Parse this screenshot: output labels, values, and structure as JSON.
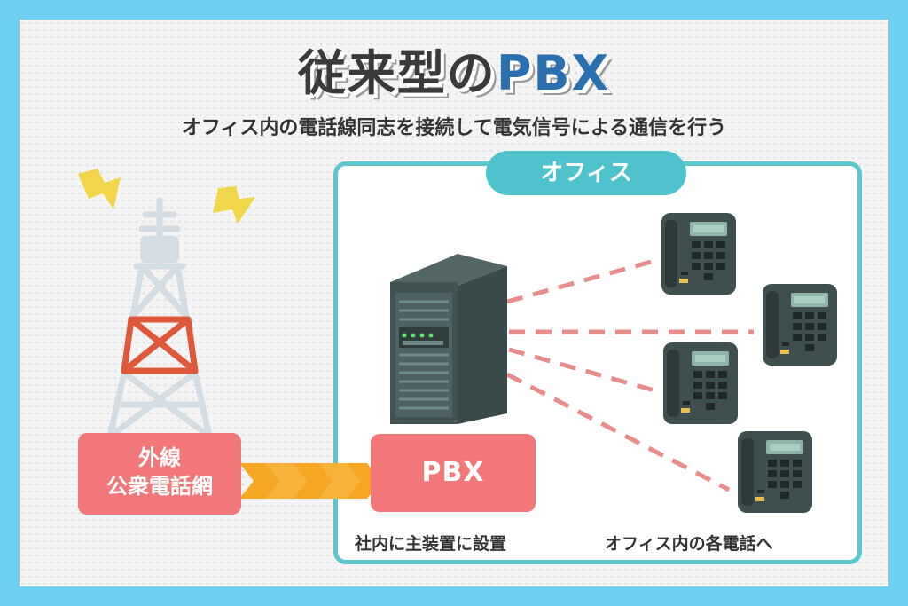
{
  "title": {
    "part1": "従来型の",
    "part2": "PBX"
  },
  "subtitle": "オフィス内の電話線同志を接続して電気信号による通信を行う",
  "office_tab": "オフィス",
  "external_line": {
    "line1": "外線",
    "line2": "公衆電話網"
  },
  "pbx_label": "PBX",
  "captions": {
    "pbx": "社内に主装置に設置",
    "phones": "オフィス内の各電話へ"
  },
  "colors": {
    "background": "#6ecff1",
    "title_accent": "#2a6fb0",
    "office_border": "#5cc7cf",
    "label_red": "#f27778",
    "arrow_orange": "#f5a623",
    "dash_line": "#e88b8b",
    "device_dark": "#3f4f4f"
  },
  "icons": [
    "lightning-icon",
    "radio-tower-icon",
    "server-icon",
    "desk-phone-icon",
    "chevron-arrow-icon"
  ]
}
